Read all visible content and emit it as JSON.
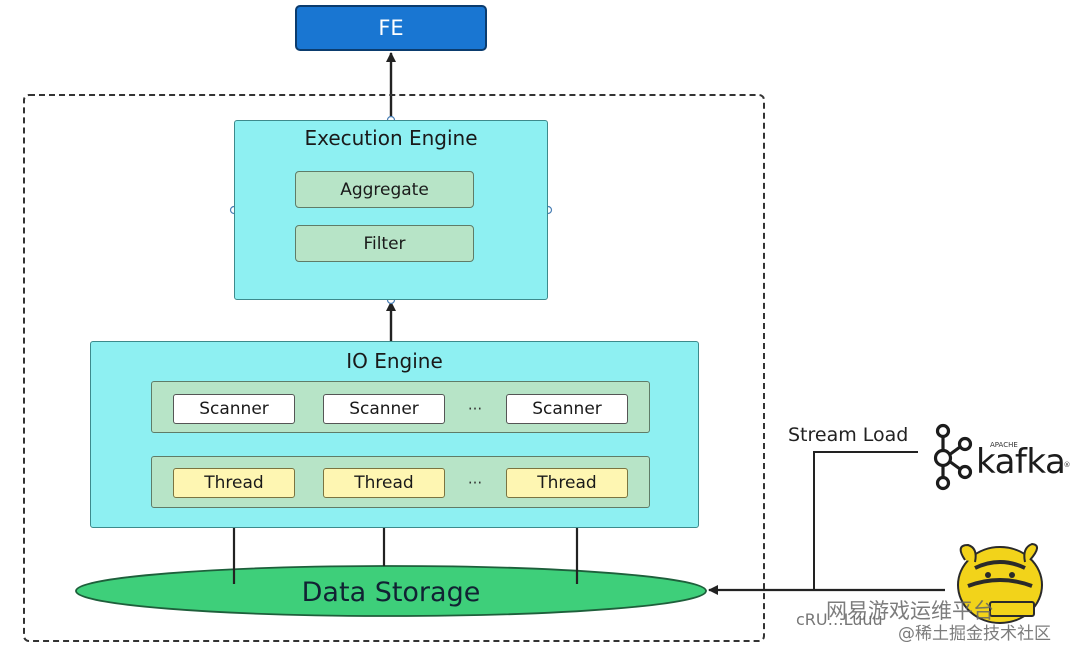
{
  "fe": {
    "label": "FE"
  },
  "execution_engine": {
    "title": "Execution Engine",
    "operators": [
      "Aggregate",
      "Filter"
    ]
  },
  "io_engine": {
    "title": "IO Engine",
    "scanners": [
      "Scanner",
      "Scanner",
      "Scanner"
    ],
    "threads": [
      "Thread",
      "Thread",
      "Thread"
    ],
    "ellipsis": "···"
  },
  "storage": {
    "label": "Data Storage"
  },
  "ingest": {
    "stream_label": "Stream Load",
    "kafka": {
      "brand": "kafka",
      "apache": "APACHE",
      "reg": "®"
    },
    "hive_icon": "hive-bee-icon"
  },
  "watermark": {
    "line1": "网易游戏运维平台",
    "line2": "@稀土掘金技术社区",
    "partial": "cRU…Luuu"
  },
  "colors": {
    "fe": "#1976d2",
    "engine": "#8ef0f2",
    "operator": "#b7e4c7",
    "thread": "#fef6b2",
    "storage": "#3ecf7a"
  }
}
